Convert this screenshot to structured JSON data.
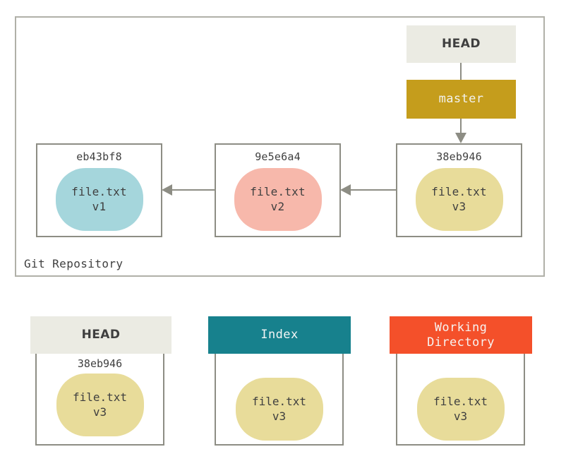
{
  "diagram": {
    "repository": {
      "label": "Git Repository",
      "refs": [
        {
          "name": "HEAD",
          "label": "HEAD",
          "style": "head",
          "bg": "#ebebe3",
          "fg": "#3f3f3f"
        },
        {
          "name": "master",
          "label": "master",
          "style": "branch",
          "bg": "#c59d1c",
          "fg": "#f2f2ee"
        }
      ],
      "commits": [
        {
          "sha": "eb43bf8",
          "file": "file.txt",
          "version": "v1",
          "color": "#a5d6dc"
        },
        {
          "sha": "9e5e6a4",
          "file": "file.txt",
          "version": "v2",
          "color": "#f7b8ab"
        },
        {
          "sha": "38eb946",
          "file": "file.txt",
          "version": "v3",
          "color": "#e8dc9a"
        }
      ]
    },
    "areas": [
      {
        "title": "HEAD",
        "title_style": "head",
        "header_bg": "#ebebe3",
        "header_fg": "#3f3f3f",
        "sha": "38eb946",
        "file": "file.txt",
        "version": "v3",
        "blob_color": "#e8dc9a"
      },
      {
        "title": "Index",
        "title_style": "index",
        "header_bg": "#17818d",
        "header_fg": "#f2f5f5",
        "sha": "",
        "file": "file.txt",
        "version": "v3",
        "blob_color": "#e8dc9a"
      },
      {
        "title_line1": "Working",
        "title_line2": "Directory",
        "title": "Working Directory",
        "title_style": "working-directory",
        "header_bg": "#f4502a",
        "header_fg": "#f7f3f1",
        "sha": "",
        "file": "file.txt",
        "version": "v3",
        "blob_color": "#e8dc9a"
      }
    ],
    "connectors": {
      "head_to_master": "vertical-line",
      "master_to_commit": "down-arrow",
      "commit3_to_commit2": "left-arrow",
      "commit2_to_commit1": "left-arrow"
    },
    "colors": {
      "line": "#8d8d84",
      "frame": "#b0b0a8",
      "text": "#3f3f3f",
      "background": "#ffffff"
    }
  }
}
